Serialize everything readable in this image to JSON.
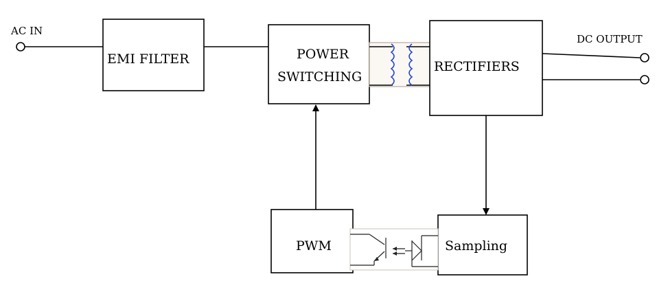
{
  "labels": {
    "ac_in": "AC IN",
    "emi_filter": "EMI FILTER",
    "power_switching_line1": "POWER",
    "power_switching_line2": "SWITCHING",
    "rectifiers": "RECTIFIERS",
    "dc_output": "DC OUTPUT",
    "pwm": "PWM",
    "sampling": "Sampling"
  },
  "colors": {
    "lines": "#000000",
    "transformer_coils": "#2244cc"
  },
  "icons": {
    "transformer": "transformer-icon",
    "optocoupler": "optocoupler-icon",
    "terminal": "terminal-circle-icon"
  }
}
